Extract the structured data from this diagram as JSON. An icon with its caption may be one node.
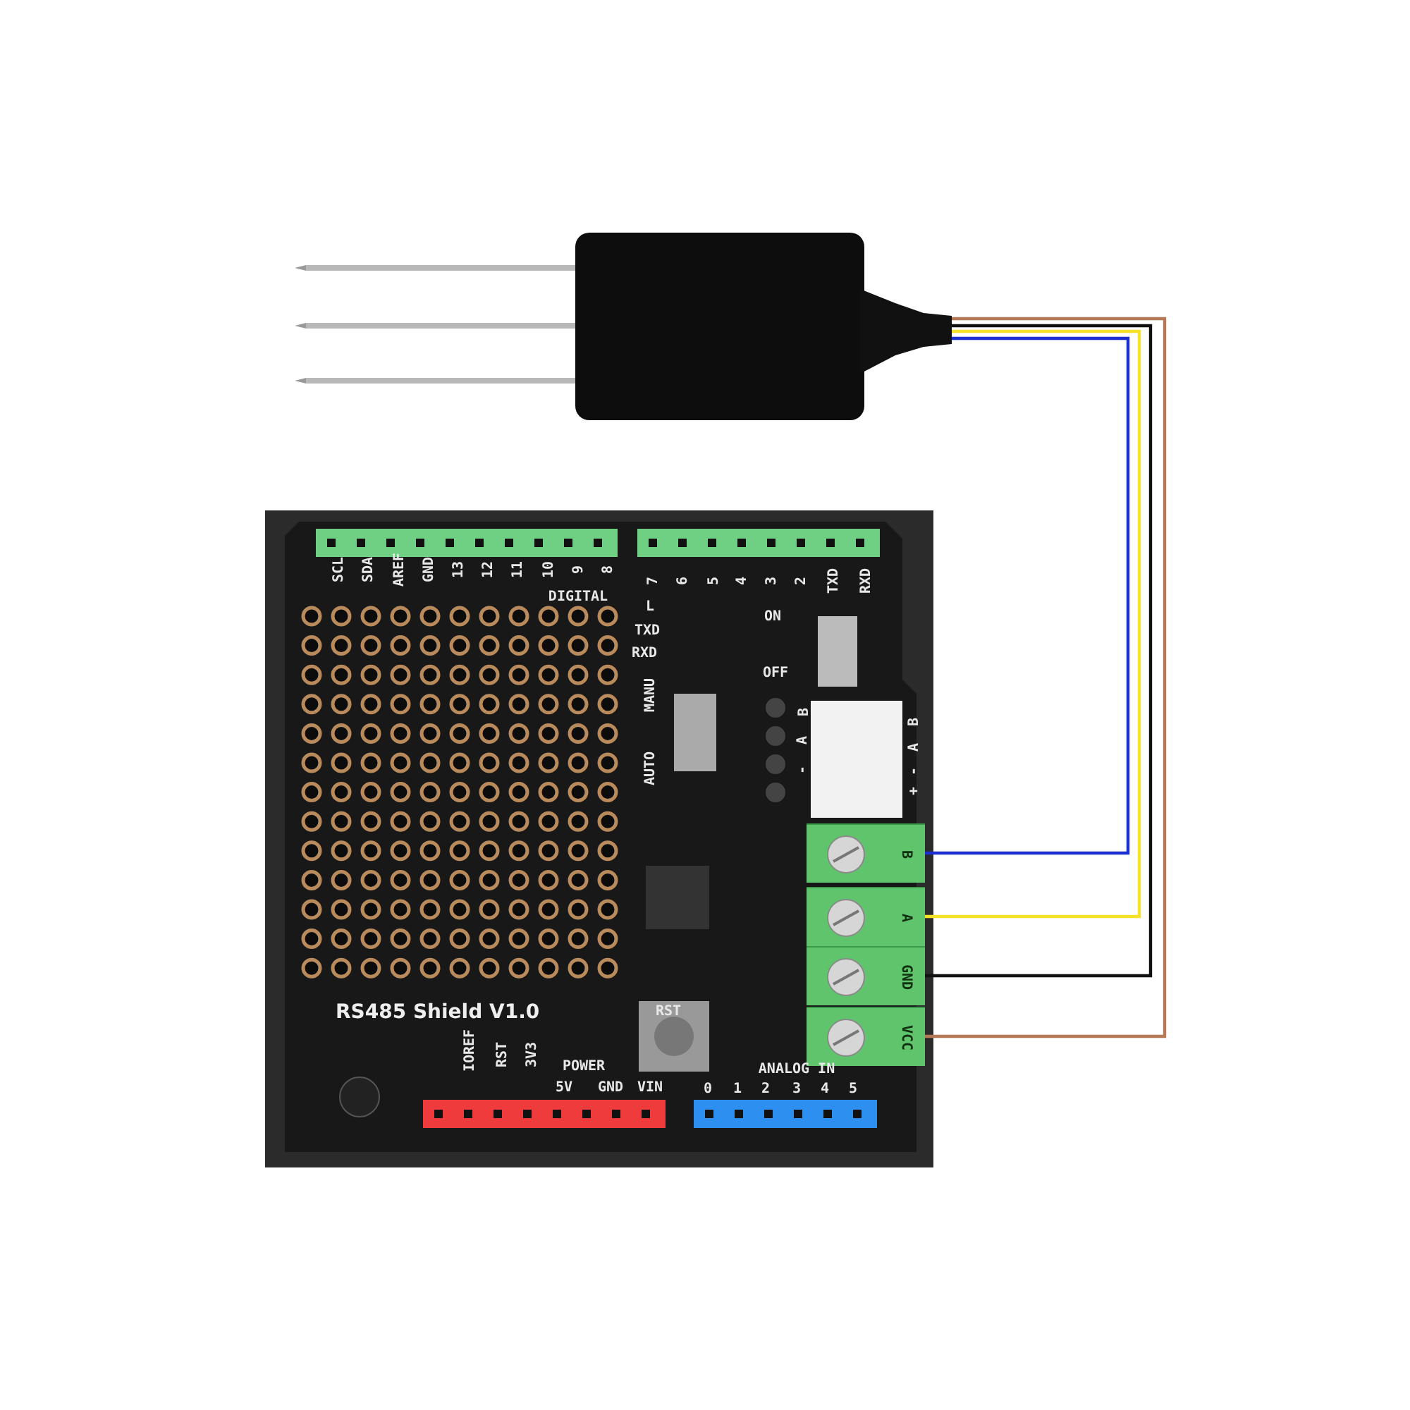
{
  "diagram": {
    "nodes": [
      {
        "text": [],
        "shape": "picture"
      },
      {
        "text": [
          "RS485 Shield V1.0"
        ]
      },
      {
        "text": [
          "B"
        ],
        "in": 1
      },
      {
        "text": [
          "A"
        ],
        "in": 1
      },
      {
        "text": [
          "GND"
        ],
        "in": 1
      },
      {
        "text": [
          "VCC"
        ],
        "in": 1
      }
    ],
    "edges": [
      {
        "from": 0,
        "to": 2,
        "arrow": "none",
        "color": "#1a2fd0"
      },
      {
        "from": 0,
        "to": 3,
        "arrow": "none",
        "color": "#f5e02a"
      },
      {
        "from": 0,
        "to": 4,
        "arrow": "none",
        "color": "#111111"
      },
      {
        "from": 0,
        "to": 5,
        "arrow": "none",
        "color": "#b57a55"
      }
    ],
    "labels": [
      "SCL",
      "SDA",
      "AREF",
      "GND",
      "13",
      "12",
      "11",
      "10",
      "9",
      "8",
      "DIGITAL",
      "7",
      "6",
      "5",
      "4",
      "3",
      "2",
      "TXD",
      "RXD",
      "L",
      "TXD",
      "RXD",
      "ON",
      "OFF",
      "MANU",
      "AUTO",
      "B",
      "A",
      "-",
      "B",
      "A",
      "-",
      "+",
      "RST",
      "IOREF",
      "RST",
      "3V3",
      "POWER",
      "5V",
      "GND",
      "VIN",
      "ANALOG IN",
      "0",
      "1",
      "2",
      "3",
      "4",
      "5"
    ]
  }
}
